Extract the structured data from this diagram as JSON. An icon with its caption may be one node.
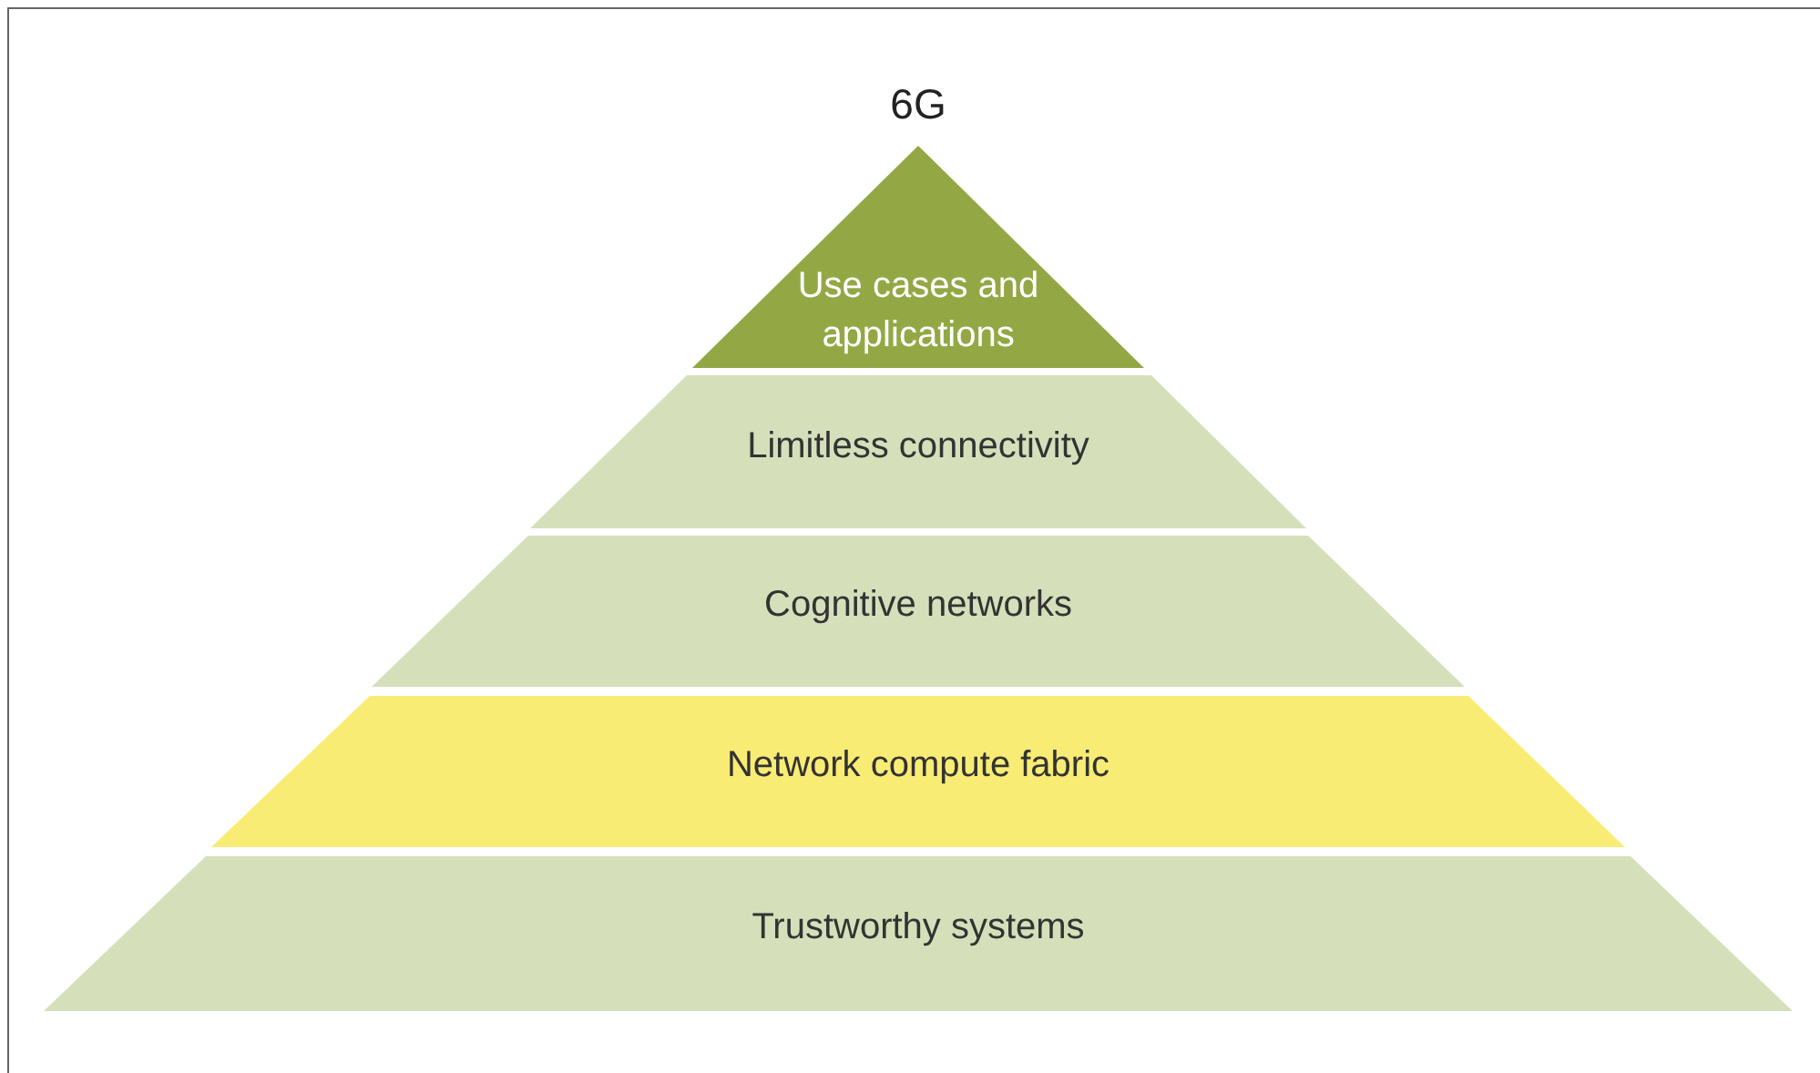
{
  "diagram": {
    "title": "6G",
    "nodes": [
      {
        "text": [
          "Use cases and applications"
        ]
      },
      {
        "text": [
          "Limitless connectivity"
        ]
      },
      {
        "text": [
          "Cognitive networks"
        ]
      },
      {
        "text": [
          "Network compute fabric"
        ]
      },
      {
        "text": [
          "Trustworthy systems"
        ]
      }
    ]
  }
}
